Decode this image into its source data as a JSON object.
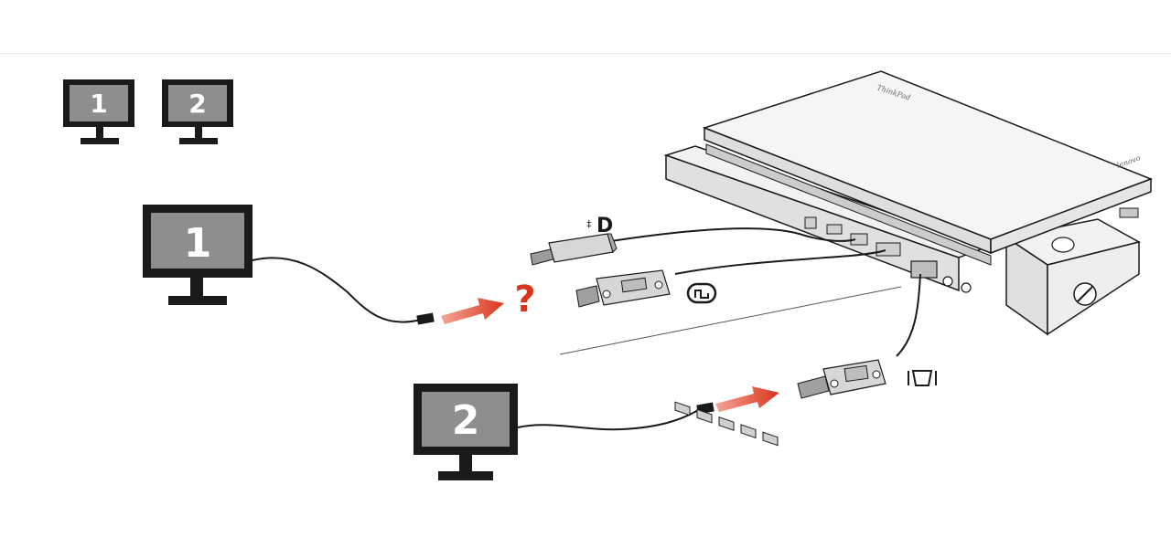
{
  "diagram": {
    "legend_monitors": [
      {
        "number": "1"
      },
      {
        "number": "2"
      }
    ],
    "monitor_1": {
      "number": "1"
    },
    "monitor_2": {
      "number": "2"
    },
    "laptop": {
      "brand_top": "ThinkPad",
      "brand_side": "lenovo"
    },
    "question_mark": "?",
    "colors": {
      "outline": "#1a1a1a",
      "screen_gray": "#8e8e8e",
      "arrow_red": "#d9341c",
      "device_light": "#f2f2f2",
      "device_mid": "#d0d0d0"
    },
    "icons": [
      "displayport-icon",
      "dvi-icon",
      "vga-icon",
      "lock-icon"
    ]
  }
}
